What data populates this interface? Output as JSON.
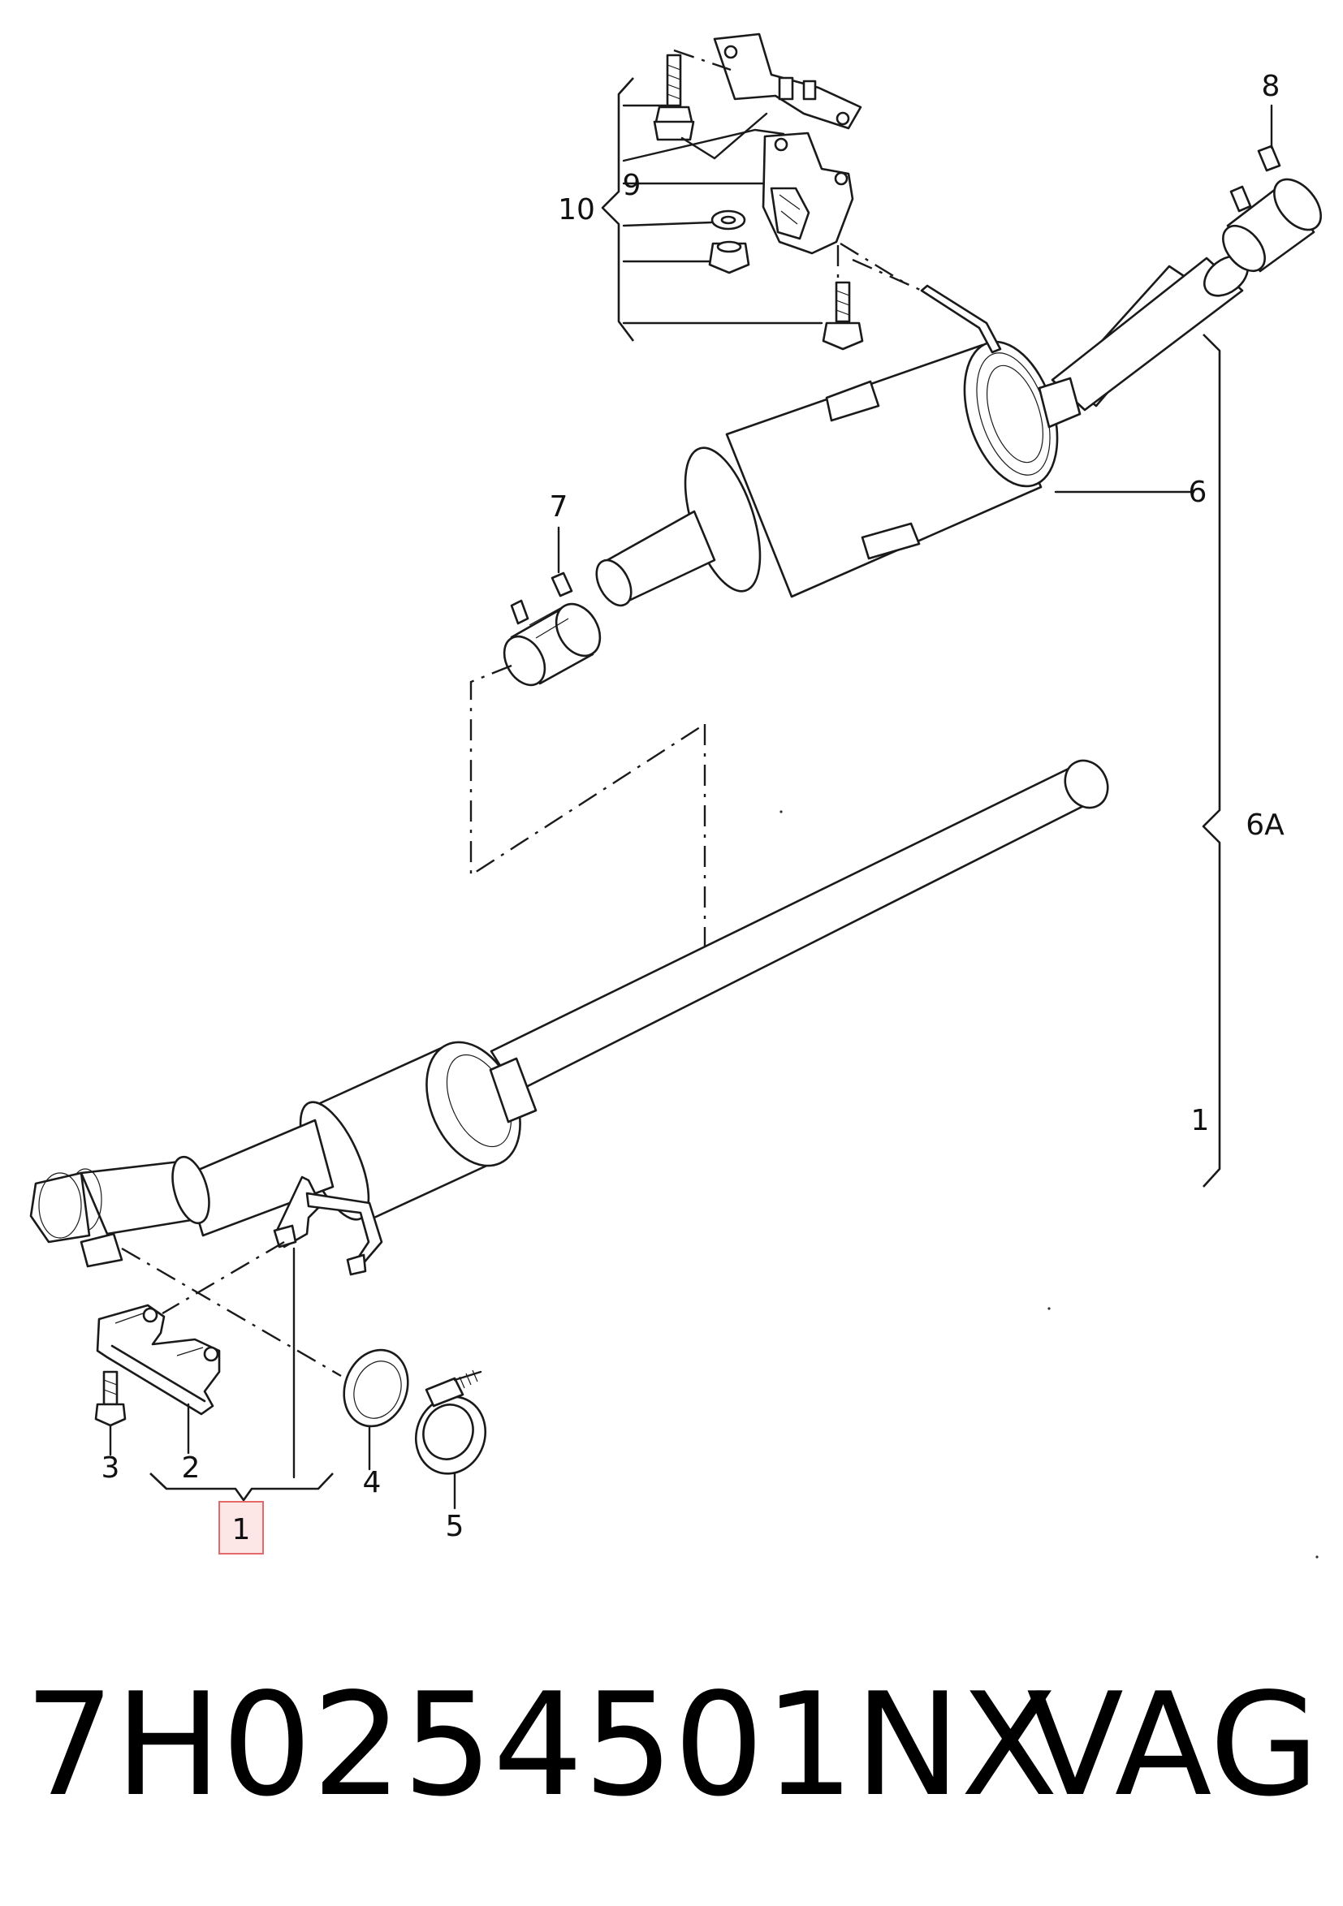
{
  "callouts": {
    "c1_main": "1",
    "c1_side": "1",
    "c2": "2",
    "c3": "3",
    "c4": "4",
    "c5": "5",
    "c6": "6",
    "c6a": "6A",
    "c7": "7",
    "c8": "8",
    "c9": "9",
    "c10": "10"
  },
  "footer": {
    "part_number": "7H0254501NX",
    "brand": "VAG"
  },
  "colors": {
    "highlight_fill": "#fde6e6",
    "highlight_border": "#e26a6a",
    "line": "#1a1a1a"
  }
}
